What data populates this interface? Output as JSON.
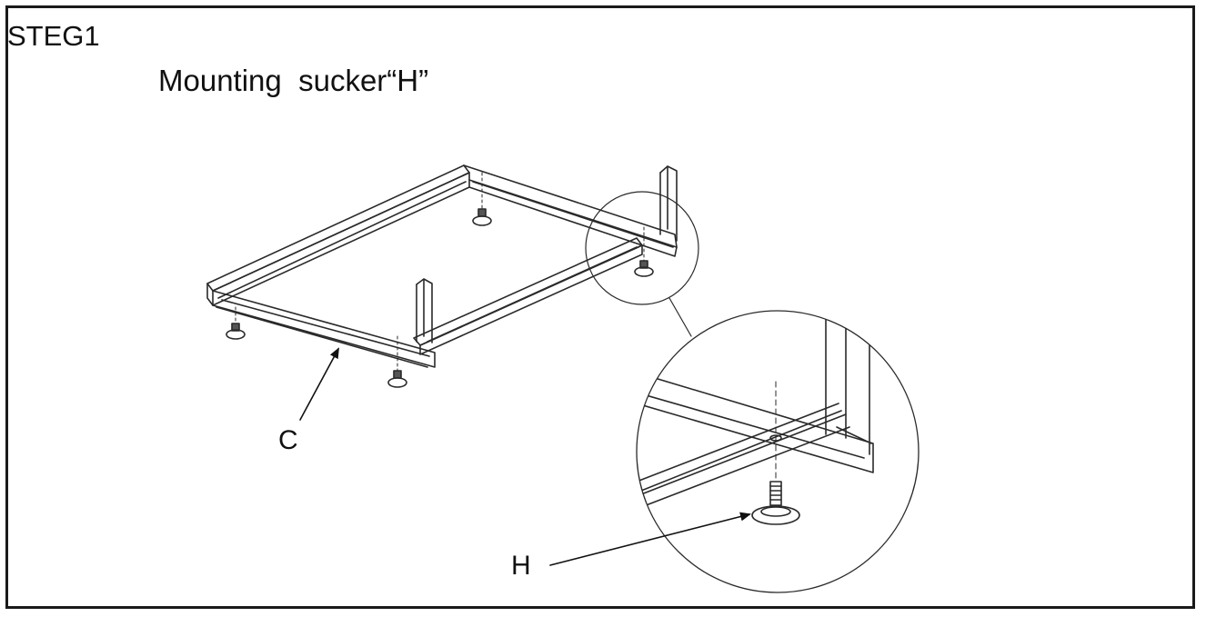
{
  "diagram": {
    "step_label": "STEG1",
    "title": "Mounting  sucker“H”",
    "callouts": {
      "frame_part": "C",
      "sucker_part": "H"
    }
  }
}
